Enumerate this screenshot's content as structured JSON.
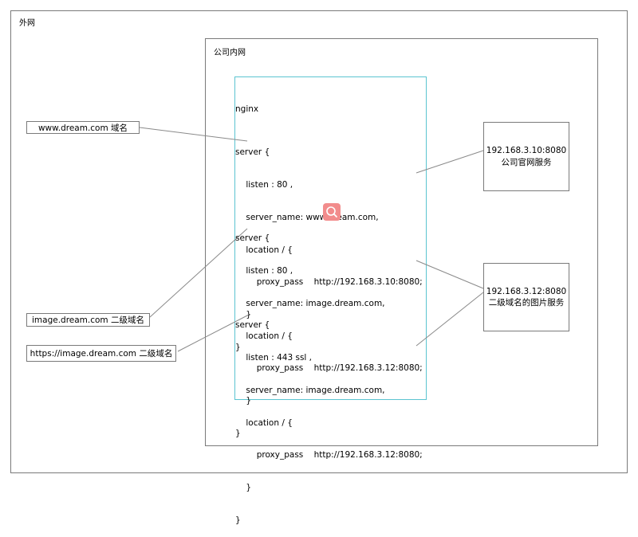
{
  "zones": {
    "outer_label": "外网",
    "company_label": "公司内网"
  },
  "external": {
    "www": "www.dream.com  域名",
    "image": "image.dream.com 二级域名",
    "https_image": "https://image.dream.com 二级域名"
  },
  "nginx": {
    "title": "nginx",
    "blocks": [
      [
        "server {",
        "    listen : 80 ,",
        "    server_name: www.dream.com,",
        "    location / {",
        "        proxy_pass    http://192.168.3.10:8080;",
        "    }",
        "}"
      ],
      [
        "server {",
        "    listen : 80 ,",
        "    server_name: image.dream.com,",
        "    location / {",
        "        proxy_pass    http://192.168.3.12:8080;",
        "    }",
        "}"
      ],
      [
        "server {",
        "    listen : 443 ssl ,",
        "    server_name: image.dream.com,",
        "    location / {",
        "        proxy_pass    http://192.168.3.12:8080;",
        "    }",
        "}"
      ]
    ]
  },
  "servers": {
    "web": {
      "address": "192.168.3.10:8080",
      "name": "公司官网服务"
    },
    "image": {
      "address": "192.168.3.12:8080",
      "name": "二级域名的图片服务"
    }
  },
  "icons": {
    "overlay": "search-icon"
  },
  "colors": {
    "nginx_border": "#5bc4d0",
    "box_border": "#7a7a7a",
    "icon_bg": "#f28c8c",
    "line": "#8a8a8a"
  }
}
